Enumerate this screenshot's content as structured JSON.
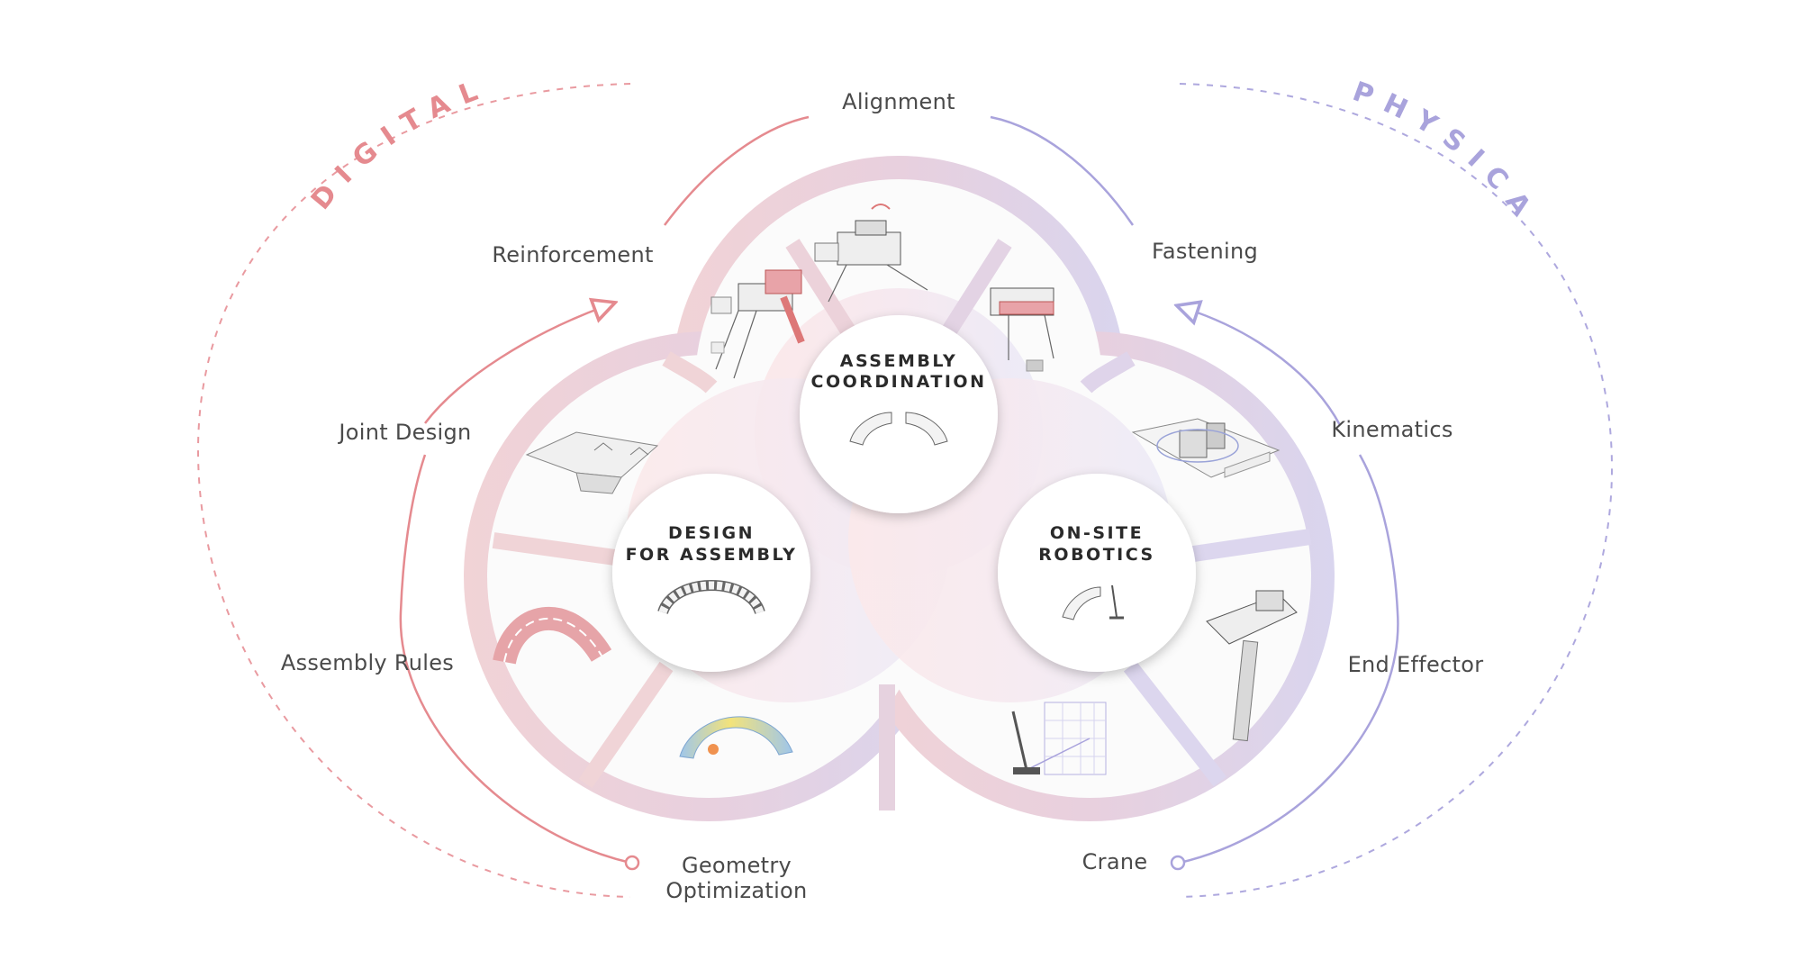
{
  "domains": {
    "digital": "DIGITAL",
    "physical": "PHYSICAL"
  },
  "hubs": {
    "center_line1": "ASSEMBLY",
    "center_line2": "COORDINATION",
    "left_line1": "DESIGN",
    "left_line2": "FOR ASSEMBLY",
    "right_line1": "ON-SITE",
    "right_line2": "ROBOTICS"
  },
  "labels": {
    "alignment": "Alignment",
    "reinforcement": "Reinforcement",
    "fastening": "Fastening",
    "joint_design": "Joint Design",
    "kinematics": "Kinematics",
    "assembly_rules": "Assembly Rules",
    "end_effector": "End Effector",
    "geometry_line1": "Geometry",
    "geometry_line2": "Optimization",
    "crane": "Crane"
  },
  "colors": {
    "digital": "#e58a8f",
    "physical": "#a9a3dc",
    "digital_band": "#efd4d8",
    "physical_band": "#dcd7ee",
    "mid_band": "#e4cfdc"
  }
}
